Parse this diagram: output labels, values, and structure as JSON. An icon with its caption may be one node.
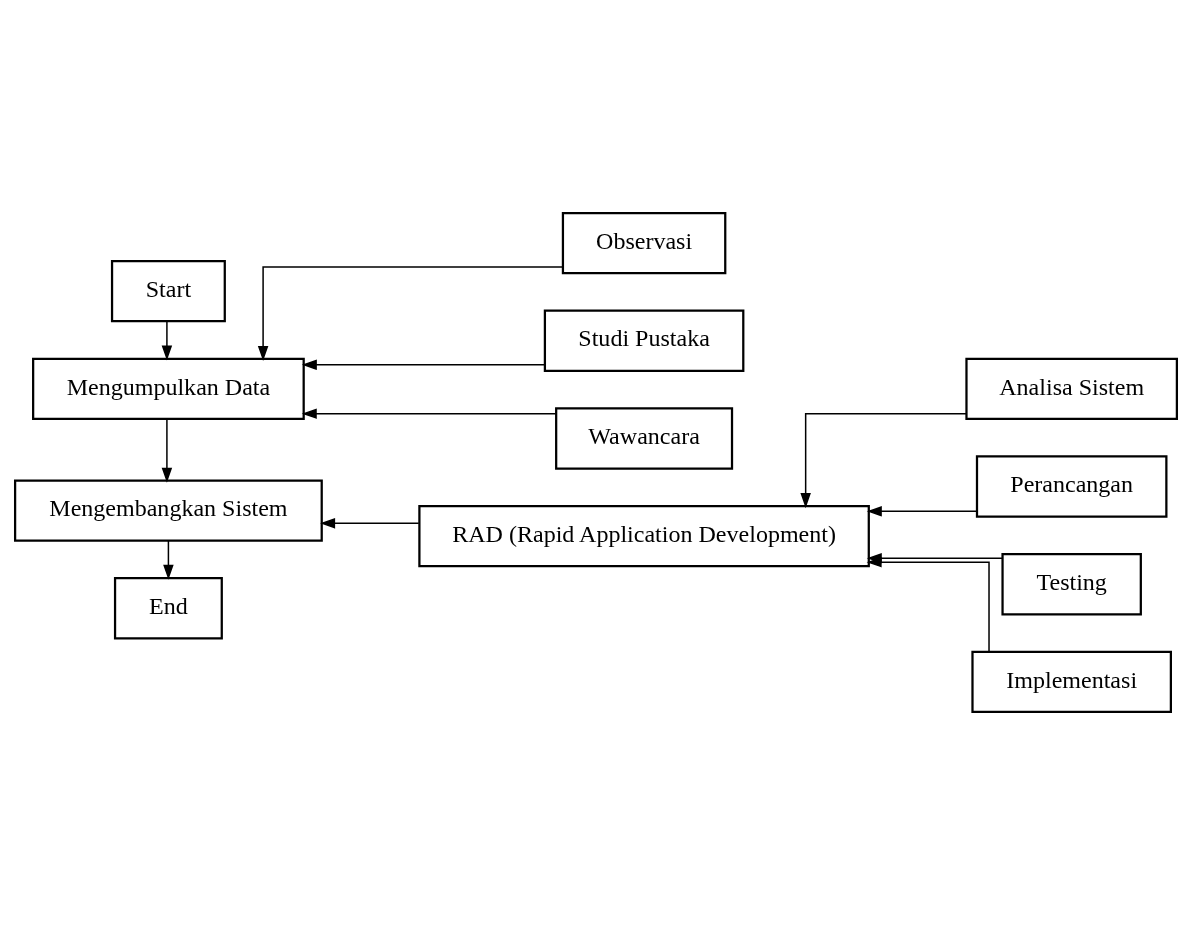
{
  "diagram": {
    "nodes": [
      {
        "text": [
          "Start"
        ]
      },
      {
        "text": [
          "Mengumpulkan Data"
        ]
      },
      {
        "text": [
          "Observasi"
        ]
      },
      {
        "text": [
          "Studi Pustaka"
        ]
      },
      {
        "text": [
          "Wawancara"
        ]
      },
      {
        "text": [
          "Mengembangkan Sistem"
        ]
      },
      {
        "text": [
          "RAD (Rapid Application Development)"
        ]
      },
      {
        "text": [
          "Analisa Sistem"
        ]
      },
      {
        "text": [
          "Perancangan"
        ]
      },
      {
        "text": [
          "Testing"
        ]
      },
      {
        "text": [
          "Implementasi"
        ]
      },
      {
        "text": [
          "End"
        ]
      }
    ],
    "edges": [
      {
        "from": 0,
        "to": 1,
        "arrow": "to"
      },
      {
        "from": 2,
        "to": 1,
        "arrow": "to"
      },
      {
        "from": 3,
        "to": 1,
        "arrow": "to"
      },
      {
        "from": 4,
        "to": 1,
        "arrow": "to"
      },
      {
        "from": 1,
        "to": 5,
        "arrow": "to"
      },
      {
        "from": 6,
        "to": 5,
        "arrow": "to"
      },
      {
        "from": 7,
        "to": 6,
        "arrow": "to"
      },
      {
        "from": 8,
        "to": 6,
        "arrow": "to"
      },
      {
        "from": 9,
        "to": 6,
        "arrow": "to"
      },
      {
        "from": 10,
        "to": 6,
        "arrow": "to"
      },
      {
        "from": 5,
        "to": 11,
        "arrow": "to"
      }
    ]
  }
}
